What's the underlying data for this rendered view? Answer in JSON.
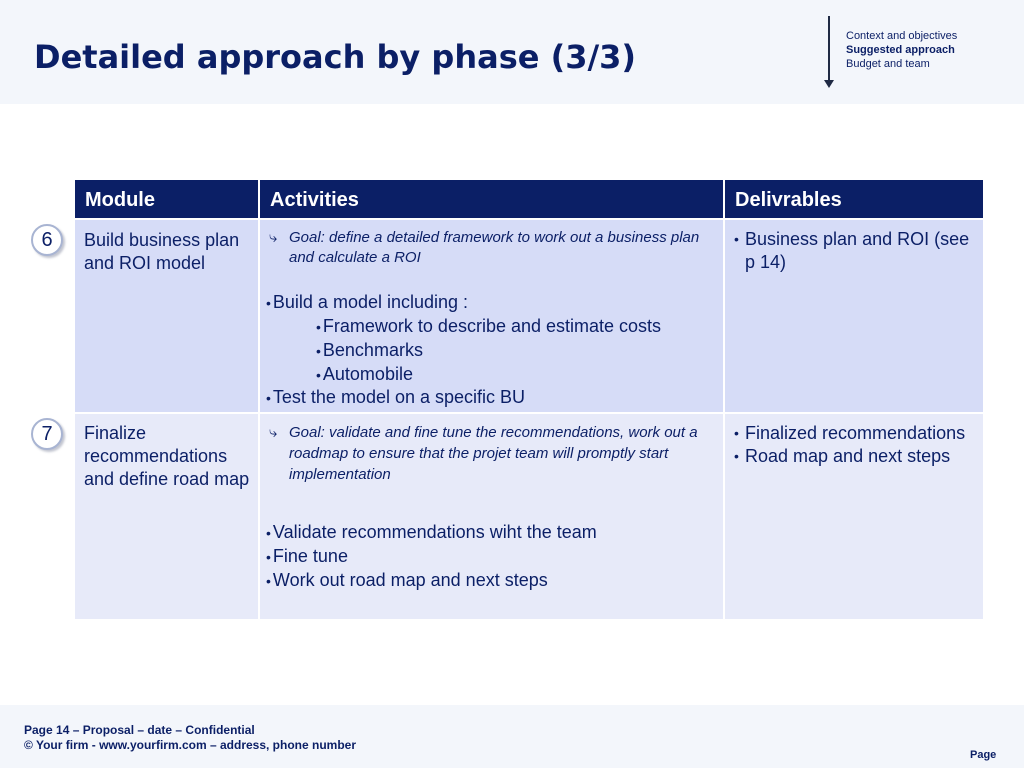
{
  "slide": {
    "title": "Detailed approach by phase (3/3)"
  },
  "nav": {
    "items": [
      "Context and objectives",
      "Suggested approach",
      "Budget and team"
    ],
    "active_index": 1
  },
  "table": {
    "headers": [
      "Module",
      "Activities",
      "Delivrables"
    ],
    "rows": [
      {
        "number": "6",
        "module": "Build business plan and ROI model",
        "goal": "Goal: define a detailed framework to work out a business plan and calculate a ROI",
        "activities": [
          {
            "text": "Build a model including :",
            "level": 1
          },
          {
            "text": "Framework to describe and estimate costs",
            "level": 2
          },
          {
            "text": "Benchmarks",
            "level": 2
          },
          {
            "text": "Automobile",
            "level": 2
          },
          {
            "text": "Test the model on a specific BU",
            "level": 1
          }
        ],
        "deliverables": [
          "Business plan and ROI (see p 14)"
        ]
      },
      {
        "number": "7",
        "module": "Finalize recommendations and define road map",
        "goal": "Goal: validate and fine tune the recommendations, work out a roadmap to ensure that the projet team will promptly start implementation",
        "activities": [
          {
            "text": "Validate recommendations wiht the team",
            "level": 1
          },
          {
            "text": "Fine tune",
            "level": 1
          },
          {
            "text": "Work out road map and next steps",
            "level": 1
          }
        ],
        "deliverables": [
          "Finalized recommendations",
          "Road map and next steps"
        ]
      }
    ]
  },
  "footer": {
    "line1": "Page 14 – Proposal – date – Confidential",
    "line2": "© Your firm - www.yourfirm.com – address, phone number",
    "page_label": "Page"
  },
  "colors": {
    "navy": "#0b1f66",
    "row1_bg": "#d6dcf7",
    "row2_bg": "#e7eaf9"
  },
  "icons": {
    "goal_bullet": "curved-arrow-icon",
    "list_bullet": "bullet-dot-icon"
  }
}
